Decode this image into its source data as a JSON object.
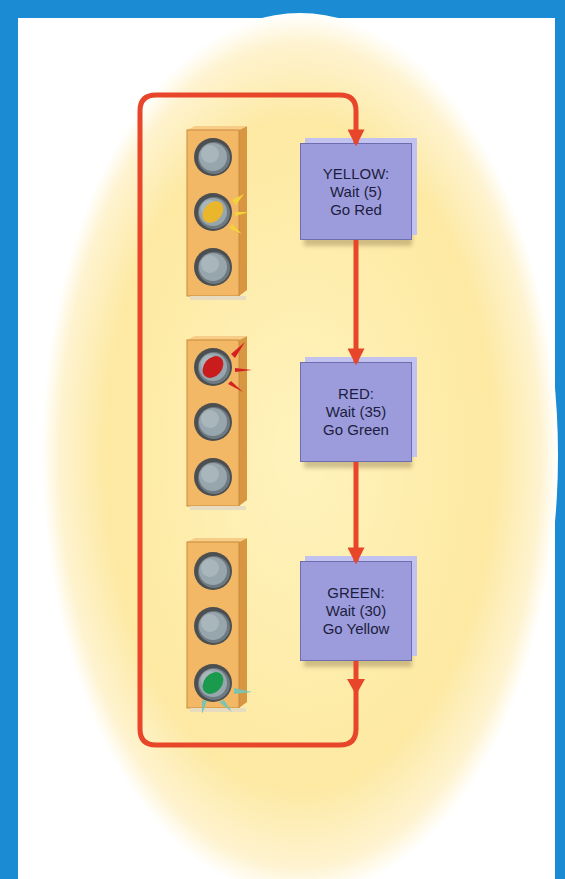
{
  "diagram": {
    "nodes": [
      {
        "text": [
          "YELLOW:",
          "Wait (5)",
          "Go Red"
        ]
      },
      {
        "text": [
          "RED:",
          "Wait (35)",
          "Go Green"
        ]
      },
      {
        "text": [
          "GREEN:",
          "Wait (30)",
          "Go Yellow"
        ]
      }
    ],
    "edges": [
      {
        "from": 0,
        "to": 1,
        "arrow": "to"
      },
      {
        "from": 1,
        "to": 2,
        "arrow": "to"
      },
      {
        "from": 2,
        "to": 0,
        "arrow": "to"
      }
    ]
  }
}
